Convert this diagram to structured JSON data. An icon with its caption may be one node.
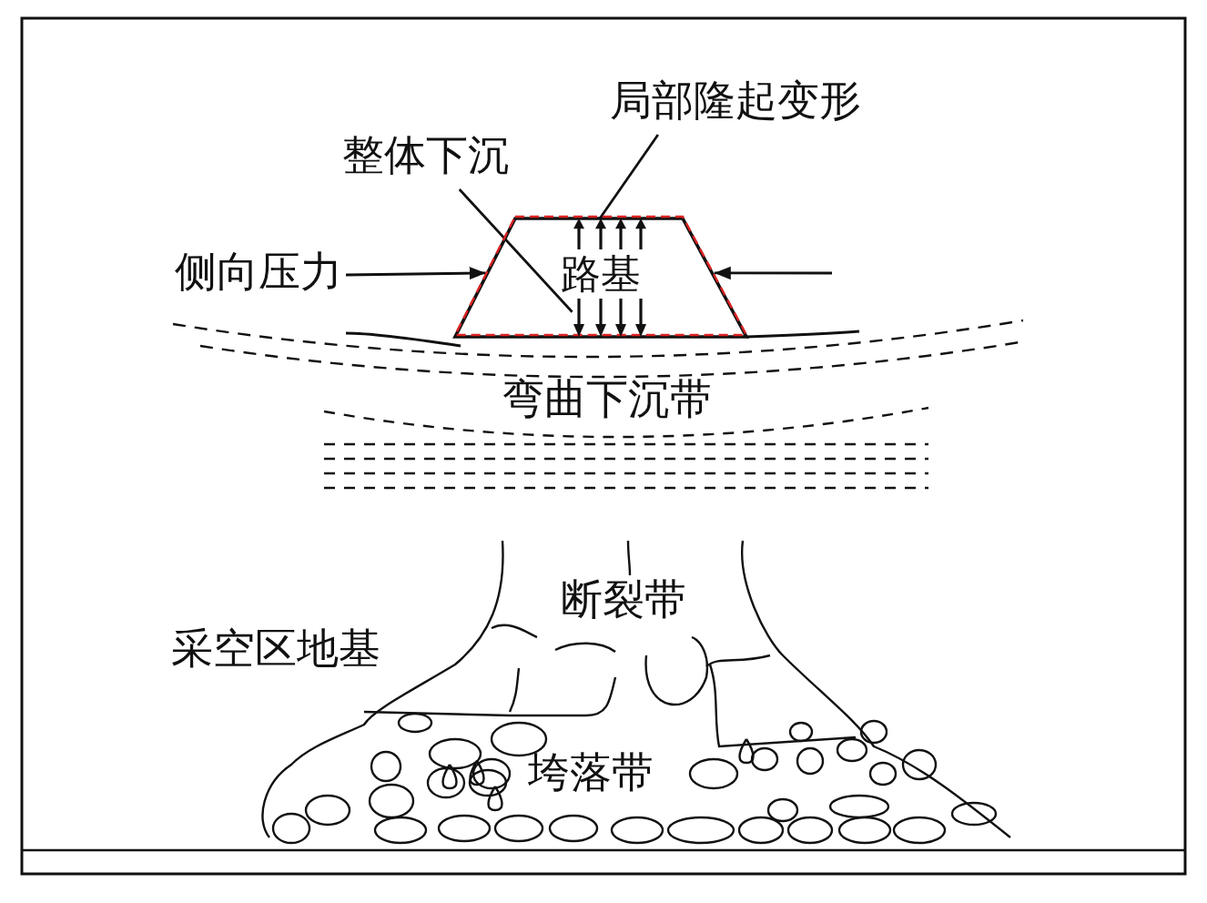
{
  "diagram": {
    "nodes": [
      {
        "text": [
          "整体下沉"
        ]
      },
      {
        "text": [
          "局部隆起变形"
        ]
      },
      {
        "text": [
          "侧向压力"
        ]
      },
      {
        "text": [
          "路基"
        ]
      },
      {
        "text": [],
        "shape": "picture",
        "in": 3
      },
      {
        "text": [],
        "shape": "picture",
        "in": 3
      }
    ],
    "edges": [
      {
        "from": 0,
        "to": 5,
        "arrow": "none"
      },
      {
        "from": 1,
        "to": 4,
        "arrow": "none"
      },
      {
        "from": 2,
        "to": 3,
        "arrow": "to"
      },
      {
        "from": null,
        "to": 3,
        "arrow": "to"
      }
    ],
    "labels": [
      "弯曲下沉带",
      "断裂带",
      "采空区地基",
      "垮落带"
    ]
  }
}
